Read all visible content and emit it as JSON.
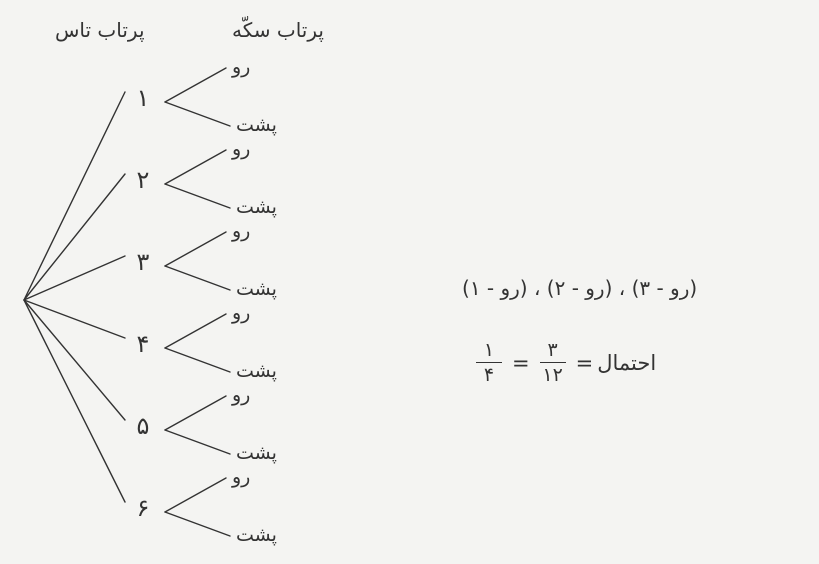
{
  "headers": {
    "dice": "پرتاب تاس",
    "coin": "پرتاب سکّه"
  },
  "outcomes": [
    {
      "die": "۱",
      "heads": "رو",
      "tails": "پشت"
    },
    {
      "die": "۲",
      "heads": "رو",
      "tails": "پشت"
    },
    {
      "die": "۳",
      "heads": "رو",
      "tails": "پشت"
    },
    {
      "die": "۴",
      "heads": "رو",
      "tails": "پشت"
    },
    {
      "die": "۵",
      "heads": "رو",
      "tails": "پشت"
    },
    {
      "die": "۶",
      "heads": "رو",
      "tails": "پشت"
    }
  ],
  "formula": {
    "favorable": "(رو - ۳) ، (رو - ۲) ، (رو - ۱)",
    "probability_label": "احتمال",
    "equals": "=",
    "frac1_num": "۳",
    "frac1_den": "۱۲",
    "frac2_num": "۱",
    "frac2_den": "۴"
  }
}
